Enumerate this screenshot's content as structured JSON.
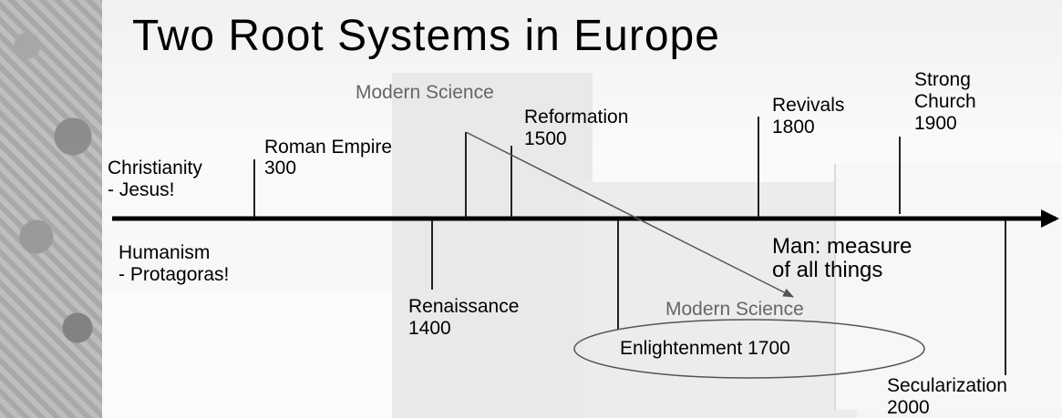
{
  "title": "Two Root Systems in Europe",
  "top_labels": {
    "christianity": [
      "Christianity",
      "- Jesus!"
    ],
    "roman_empire": "Roman Empire",
    "roman_year": "300",
    "modern_science_top": "Modern Science",
    "reformation": [
      "Reformation",
      "1500"
    ],
    "revivals": [
      "Revivals",
      "1800"
    ],
    "strong_church": [
      "Strong",
      "Church",
      "1900"
    ]
  },
  "bottom_labels": {
    "humanism": [
      "Humanism",
      "- Protagoras!"
    ],
    "man_measure": [
      "Man: measure",
      "of all things"
    ],
    "renaissance": [
      "Renaissance",
      "1400"
    ],
    "modern_science_bottom": "Modern Science",
    "enlightenment": "Enlightenment 1700",
    "secularization": [
      "Secularization",
      "2000"
    ]
  },
  "colors": {
    "line": "#000000",
    "connector": "#555555",
    "gray_text": "#666666"
  }
}
